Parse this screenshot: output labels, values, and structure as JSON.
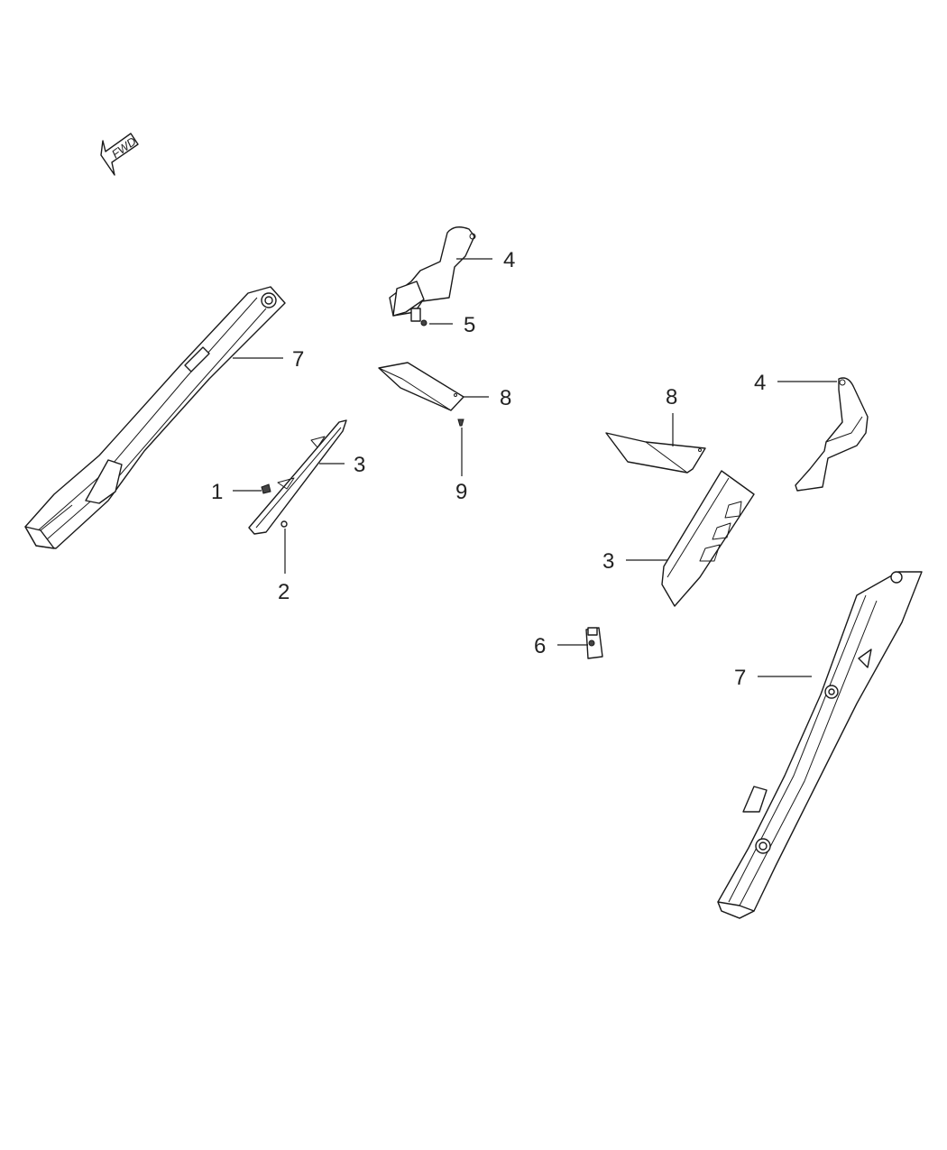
{
  "fwd_arrow": {
    "label": "FWD",
    "icon": "fwd-arrow-icon"
  },
  "callouts": [
    {
      "id": "c1",
      "label": "1"
    },
    {
      "id": "c2",
      "label": "2"
    },
    {
      "id": "c3a",
      "label": "3"
    },
    {
      "id": "c3b",
      "label": "3"
    },
    {
      "id": "c4a",
      "label": "4"
    },
    {
      "id": "c4b",
      "label": "4"
    },
    {
      "id": "c5",
      "label": "5"
    },
    {
      "id": "c6",
      "label": "6"
    },
    {
      "id": "c7a",
      "label": "7"
    },
    {
      "id": "c7b",
      "label": "7"
    },
    {
      "id": "c8a",
      "label": "8"
    },
    {
      "id": "c8b",
      "label": "8"
    },
    {
      "id": "c9",
      "label": "9"
    }
  ]
}
